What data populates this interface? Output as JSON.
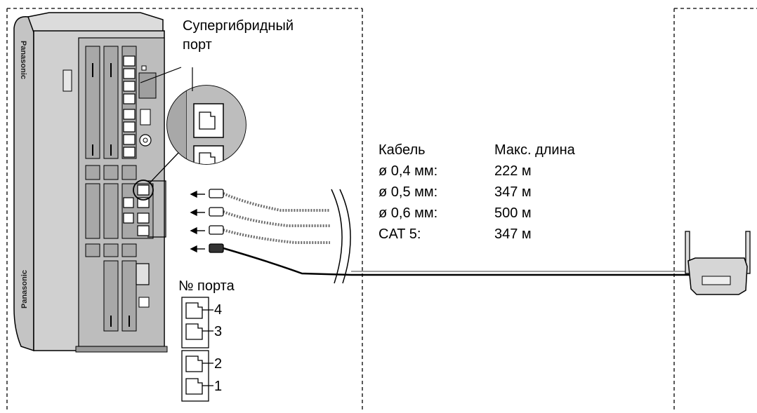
{
  "labels": {
    "superhybrid_title_line1": "Супергибридный",
    "superhybrid_title_line2": "порт",
    "port_number_title": "№ порта",
    "brand_side": "Panasonic",
    "brand_top": "Panasonic"
  },
  "cable_table": {
    "header_cable": "Кабель",
    "header_length": "Макс. длина",
    "rows": [
      {
        "cable": "ø 0,4 мм:",
        "length": "222 м"
      },
      {
        "cable": "ø 0,5 мм:",
        "length": "347 м"
      },
      {
        "cable": "ø 0,6 мм:",
        "length": "500 м"
      },
      {
        "cable": "CAT 5:",
        "length": "347 м"
      }
    ]
  },
  "port_numbers": [
    "4",
    "3",
    "2",
    "1"
  ],
  "colors": {
    "line": "#000000",
    "unit_fill": "#d6d6d6",
    "unit_dark": "#a9a9a9",
    "cable_dot": "#6e6e6e"
  }
}
